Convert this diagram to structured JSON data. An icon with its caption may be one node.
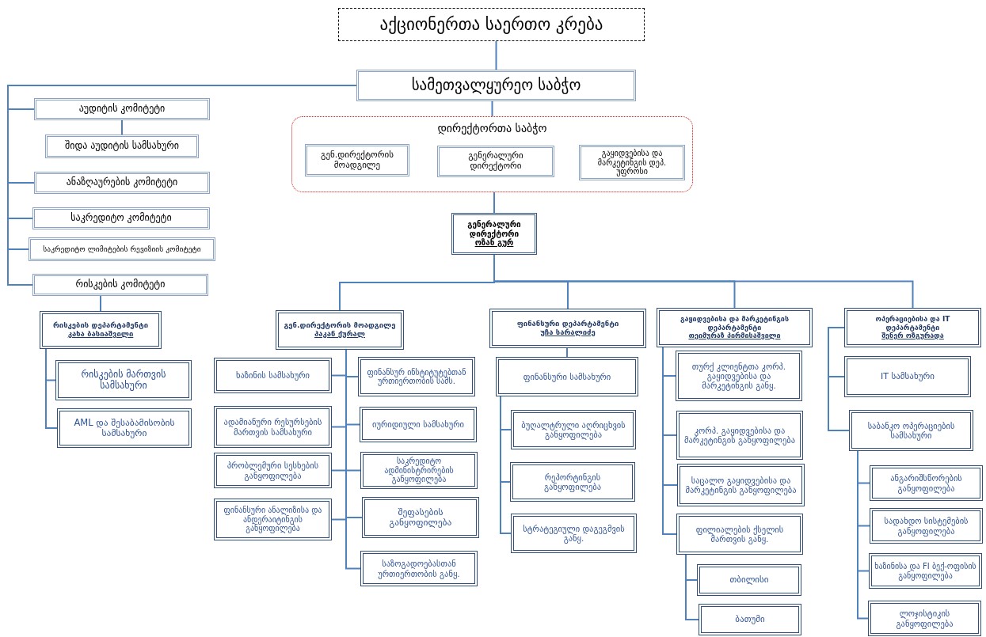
{
  "diagram": {
    "nodes": [
      {
        "text": [
          "აქციონერთა საერთო კრება"
        ]
      },
      {
        "text": [
          "სამეთვალყურეო საბჭო"
        ]
      },
      {
        "text": [
          "აუდიტის კომიტეტი"
        ]
      },
      {
        "text": [
          "შიდა აუდიტის სამსახური"
        ]
      },
      {
        "text": [
          "ანაზღაურების კომიტეტი"
        ]
      },
      {
        "text": [
          "საკრედიტო კომიტეტი"
        ]
      },
      {
        "text": [
          "საკრედიტო ლიმიტების რევიზიის კომიტეტი"
        ]
      },
      {
        "text": [
          "რისკების კომიტეტი"
        ]
      },
      {
        "text": [
          "დირექტორთა საბჭო"
        ]
      },
      {
        "text": [
          "გენ.დირექტორის მოადგილე"
        ],
        "in": 8
      },
      {
        "text": [
          "გენერალური დირექტორი"
        ],
        "in": 8
      },
      {
        "text": [
          "გაყიდვებისა და მარკეტინგის დეპ. უფროსი"
        ],
        "in": 8
      },
      {
        "text": [
          "გენერალური დირექტორი",
          "ოზან გურ"
        ]
      },
      {
        "text": [
          "რისკების დეპარტამენტი",
          "კახა ბასიაშვილი"
        ]
      },
      {
        "text": [
          "რისკების მართვის სამსახური"
        ]
      },
      {
        "text": [
          "AML და შესაბამისობის სამსახური"
        ]
      },
      {
        "text": [
          "გენ.დირექტორის მოადგილე",
          "ჰაკან ქურალ"
        ]
      },
      {
        "text": [
          "ხაზინის სამსახური"
        ]
      },
      {
        "text": [
          "ადამიანური რესურსების მართვის სამსახური"
        ]
      },
      {
        "text": [
          "პრობლემური სესხების განყოფილება"
        ]
      },
      {
        "text": [
          "ფინანსური ანალიზისა და ანდერაიტინგის განყოფილება"
        ]
      },
      {
        "text": [
          "ფინანსურ ინსტიტუტებთან ურთიერთობის სამს."
        ]
      },
      {
        "text": [
          "იურიდიული სამსახური"
        ]
      },
      {
        "text": [
          "საკრედიტო ადმინისტრირების განყოფილება"
        ]
      },
      {
        "text": [
          "შეფასების განყოფილება"
        ]
      },
      {
        "text": [
          "საზოგადოებასთან ურთიერთობის განყ."
        ]
      },
      {
        "text": [
          "ფინანსური დეპარტამენტი",
          "უჩა სარალიძე"
        ]
      },
      {
        "text": [
          "ფინანსური სამსახური"
        ]
      },
      {
        "text": [
          "ბუღალტრული აღრიცხვის განყოფილება"
        ]
      },
      {
        "text": [
          "რეპორტინგის განყოფილება"
        ]
      },
      {
        "text": [
          "სტრატეგიული დაგეგმვის განყ."
        ]
      },
      {
        "text": [
          "გაყიდვებისა და მარკეტინგის დეპარტამენტი",
          "თეიმურაზ პირმისაშვილი"
        ]
      },
      {
        "text": [
          "თურქ კლიენტთა კორპ. გაყიდვებისა და მარკეტინგის განყ."
        ]
      },
      {
        "text": [
          "კორპ. გაყიდვებისა და მარკეტინგის განყოფილება"
        ]
      },
      {
        "text": [
          "საცალო გაყიდვებისა და მარკეტინგის განყოფილება"
        ]
      },
      {
        "text": [
          "ფილიალების ქსელის მართვის განყ."
        ]
      },
      {
        "text": [
          "თბილისი"
        ]
      },
      {
        "text": [
          "ბათუმი"
        ]
      },
      {
        "text": [
          "ოპერაციებისა და IT დეპარტამენტი",
          "შენერ ოზგურადა"
        ]
      },
      {
        "text": [
          "IT სამსახური"
        ]
      },
      {
        "text": [
          "საბანკო ოპერაციების სამსახური"
        ]
      },
      {
        "text": [
          "ანგარიშსწორების განყოფილება"
        ]
      },
      {
        "text": [
          "სადახდო სისტემების განყოფილება"
        ]
      },
      {
        "text": [
          "ხაზინისა და FI ბექ-ოფისის განყოფილება"
        ]
      },
      {
        "text": [
          "ლოჯისტიკის განყოფილება"
        ]
      }
    ],
    "edges": [
      {
        "from": 0,
        "to": 1,
        "arrow": "none"
      },
      {
        "from": 1,
        "to": 2,
        "arrow": "none"
      },
      {
        "from": 2,
        "to": 3,
        "arrow": "none"
      },
      {
        "from": 1,
        "to": 4,
        "arrow": "none"
      },
      {
        "from": 1,
        "to": 5,
        "arrow": "none"
      },
      {
        "from": 1,
        "to": 6,
        "arrow": "none"
      },
      {
        "from": 1,
        "to": 7,
        "arrow": "none"
      },
      {
        "from": 7,
        "to": 13,
        "arrow": "none"
      },
      {
        "from": 13,
        "to": 14,
        "arrow": "none"
      },
      {
        "from": 13,
        "to": 15,
        "arrow": "none"
      },
      {
        "from": 1,
        "to": 8,
        "arrow": "none"
      },
      {
        "from": 8,
        "to": 12,
        "arrow": "none"
      },
      {
        "from": 12,
        "to": 16,
        "arrow": "none"
      },
      {
        "from": 12,
        "to": 26,
        "arrow": "none"
      },
      {
        "from": 12,
        "to": 31,
        "arrow": "none"
      },
      {
        "from": 12,
        "to": 38,
        "arrow": "none"
      },
      {
        "from": 16,
        "to": 17,
        "arrow": "none"
      },
      {
        "from": 16,
        "to": 18,
        "arrow": "none"
      },
      {
        "from": 16,
        "to": 19,
        "arrow": "none"
      },
      {
        "from": 16,
        "to": 20,
        "arrow": "none"
      },
      {
        "from": 16,
        "to": 21,
        "arrow": "none"
      },
      {
        "from": 16,
        "to": 22,
        "arrow": "none"
      },
      {
        "from": 16,
        "to": 23,
        "arrow": "none"
      },
      {
        "from": 16,
        "to": 24,
        "arrow": "none"
      },
      {
        "from": 16,
        "to": 25,
        "arrow": "none"
      },
      {
        "from": 26,
        "to": 27,
        "arrow": "none"
      },
      {
        "from": 27,
        "to": 28,
        "arrow": "none"
      },
      {
        "from": 27,
        "to": 29,
        "arrow": "none"
      },
      {
        "from": 27,
        "to": 30,
        "arrow": "none"
      },
      {
        "from": 31,
        "to": 32,
        "arrow": "none"
      },
      {
        "from": 31,
        "to": 33,
        "arrow": "none"
      },
      {
        "from": 31,
        "to": 34,
        "arrow": "none"
      },
      {
        "from": 31,
        "to": 35,
        "arrow": "none"
      },
      {
        "from": 35,
        "to": 36,
        "arrow": "none"
      },
      {
        "from": 35,
        "to": 37,
        "arrow": "none"
      },
      {
        "from": 38,
        "to": 39,
        "arrow": "none"
      },
      {
        "from": 38,
        "to": 40,
        "arrow": "none"
      },
      {
        "from": 40,
        "to": 41,
        "arrow": "none"
      },
      {
        "from": 40,
        "to": 42,
        "arrow": "none"
      },
      {
        "from": 40,
        "to": 43,
        "arrow": "none"
      },
      {
        "from": 40,
        "to": 44,
        "arrow": "none"
      }
    ]
  }
}
